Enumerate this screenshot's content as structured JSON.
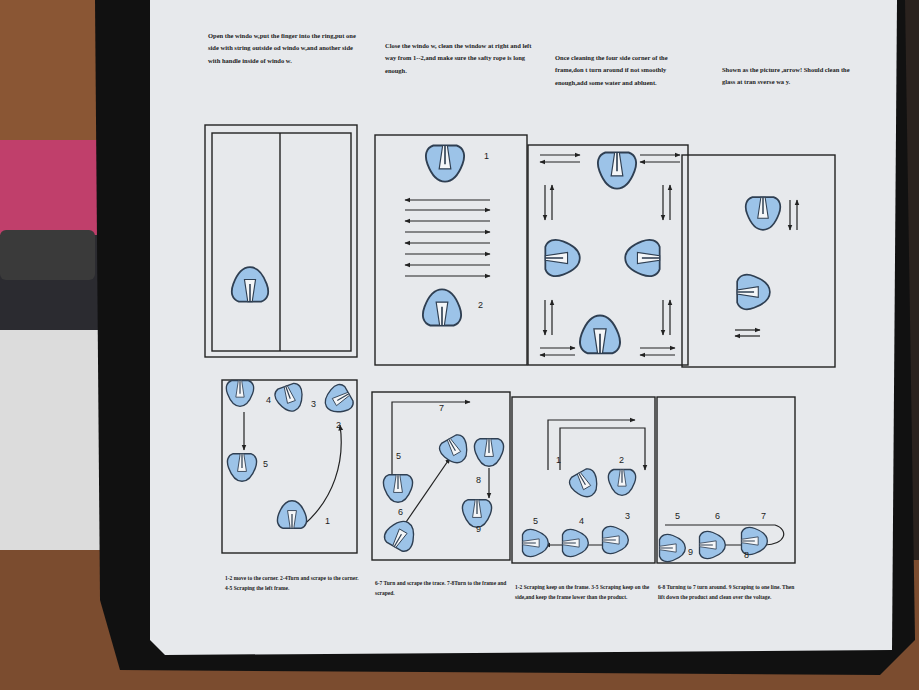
{
  "diagram": {
    "labels": [
      "Open the windo w,put the finger into the ring,put one side with string outside od windo w,and another side with handle inside of windo w.",
      "Close the windo w, clean the window at right and left way from 1--2,and make sure the safty rope is long enough.",
      "Once cleaning the four side corner of the frame,don t turn around if not smoothly enough,add some water and abluent.",
      "Shown as the picture ,arrow! Should clean the glass at tran sverse wa y.",
      "1",
      "2",
      "4",
      "3",
      "2",
      "5",
      "1",
      "7",
      "5",
      "8",
      "6",
      "9",
      "1",
      "2",
      "5",
      "4",
      "3",
      "5",
      "6",
      "7",
      "9",
      "8",
      "1-2 move to the corner. 2-4Turn and scrape to the corner. 4-5 Scraping the left frame.",
      "6-7 Turn and scrape the trace. 7-8Turn to the frame and scraped.",
      "1-2 Scraping keep on the frame. 3-5 Scraping keep on the side,and keep the frame lower than the product.",
      "6-8 Turning to 7 turn around. 9 Scraping to one line. Then lift down the product and clean over the voltage."
    ]
  }
}
